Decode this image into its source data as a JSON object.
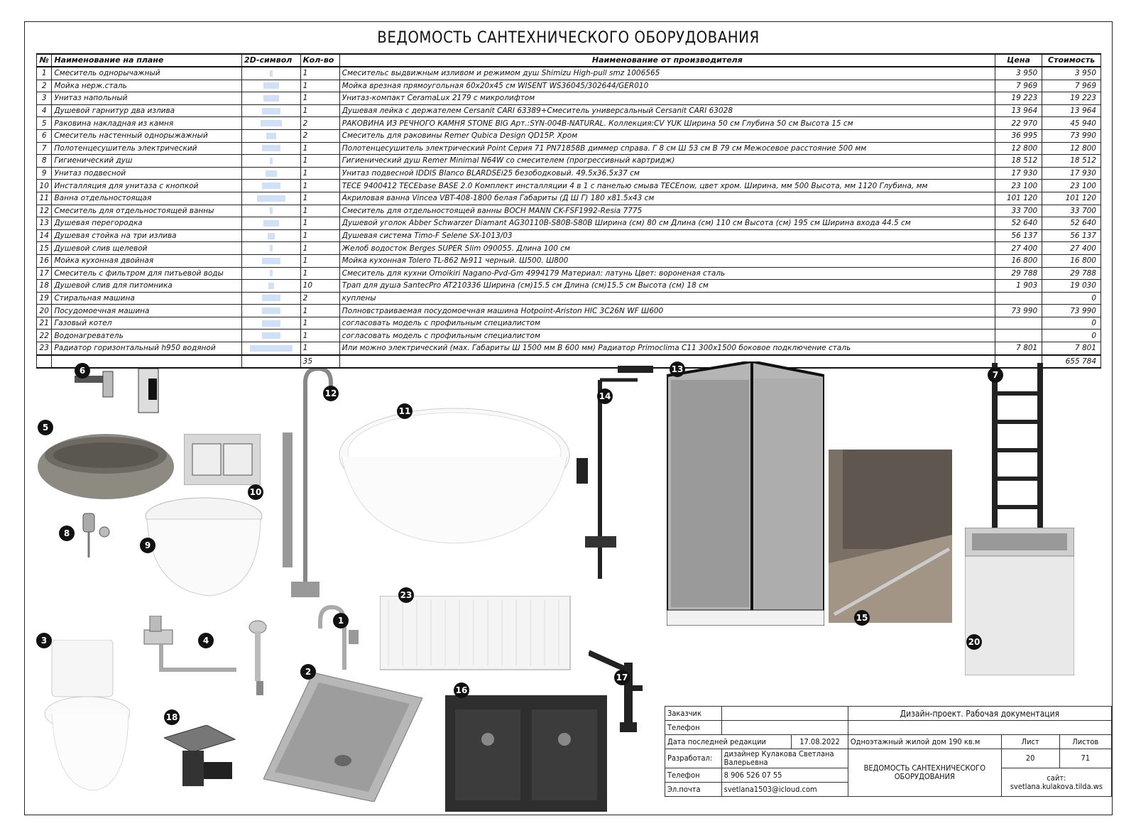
{
  "title": "ВЕДОМОСТЬ САНТЕХНИЧЕСКОГО ОБОРУДОВАНИЯ",
  "table": {
    "headers": [
      "№",
      "Наименование на плане",
      "2D-символ",
      "Кол-во",
      "Наименование от производителя",
      "Цена",
      "Стоимость"
    ],
    "rows": [
      [
        "1",
        "Смеситель однорычажный",
        "1",
        "Смесительс выдвижным изливом и режимом душ Shimizu High-pull smz 1006565",
        "3 950",
        "3 950"
      ],
      [
        "2",
        "Мойка нерж.сталь",
        "1",
        "Мойка врезная прямоугольная 60х20х45 см WISENT WS36045/302644/GER010",
        "7 969",
        "7 969"
      ],
      [
        "3",
        "Унитаз напольный",
        "1",
        "Унитаз-компакт CeramaLux 2179 с микролифтом",
        "19 223",
        "19 223"
      ],
      [
        "4",
        "Душевой гарнитур два излива",
        "1",
        "Душевая лейка с держателем Cersanit CARI 63389+Смеситель универсальный Cersanit CARI 63028",
        "13 964",
        "13 964"
      ],
      [
        "5",
        "Раковина накладная из камня",
        "2",
        "РАКОВИНА ИЗ РЕЧНОГО КАМНЯ STONE BIG Арт.:SYN-004B-NATURAL. Коллекция:CV YUK Ширина 50 см Глубина 50 см Высота 15 см",
        "22 970",
        "45 940"
      ],
      [
        "6",
        "Смеситель настенный однорыжажный",
        "2",
        "Смеситель для раковины Remer Qubica Design QD15P. Хром",
        "36 995",
        "73 990"
      ],
      [
        "7",
        "Полотенцесушитель электрический",
        "1",
        "Полотенцесушитель электрический Point Серия 71 PN71858B диммер справа. Г 8 см Ш 53 см В 79 см Межосевое расстояние  500 мм",
        "12 800",
        "12 800"
      ],
      [
        "8",
        "Гигиенический душ",
        "1",
        "Гигиенический душ Remer Minimal N64W со смесителем (прогрессивный картридж)",
        "18 512",
        "18 512"
      ],
      [
        "9",
        "Унитаз подвесной",
        "1",
        "Унитаз подвесной IDDIS Blanco BLARDSEi25 безободковый. 49.5x36.5x37 см",
        "17 930",
        "17 930"
      ],
      [
        "10",
        "Инсталляция для унитаза с кнопкой",
        "1",
        "TECE 9400412 TECEbase BASE 2.0 Комплект инсталляции 4 в 1 с панелью смыва TECEnow, цвет хром. Ширина, мм 500 Высота, мм 1120 Глубина, мм",
        "23 100",
        "23 100"
      ],
      [
        "11",
        "Ванна отдельностоящая",
        "1",
        "Акриловая ванна Vincea VBT-408-1800 белая Габариты (Д Ш Г) 180 x81.5x43 см",
        "101 120",
        "101 120"
      ],
      [
        "12",
        "Смеситель для отдельностоящей ванны",
        "1",
        "Смеситель для отдельностоящей ванны BOCH MANN CK-FSF1992-Resia 7775",
        "33 700",
        "33 700"
      ],
      [
        "13",
        "Душевая перегородка",
        "1",
        "Душевой уголок Abber Schwarzer Diamant AG30110B-S80B-S80B Ширина (см) 80 см Длина (см) 110 см Высота (см) 195 см Ширина входа 44.5 см",
        "52 640",
        "52 640"
      ],
      [
        "14",
        "Душевая стойка на три излива",
        "1",
        "Душевая система Timo-F Selene SX-1013/03",
        "56 137",
        "56 137"
      ],
      [
        "15",
        "Душевой слив щелевой",
        "1",
        "Желоб водосток Berges SUPER Slim 090055. Длина 100 см",
        "27 400",
        "27 400"
      ],
      [
        "16",
        "Мойка кухонная двойная",
        "1",
        "Мойка кухонная Tolero TL-862 №911 черный. Ш500. Ш800",
        "16 800",
        "16 800"
      ],
      [
        "17",
        "Смеситель с фильтром для питьевой воды",
        "1",
        "Смеситель для кухни Omoikiri Nagano-Pvd-Gm 4994179 Материал: латунь Цвет: вороненая сталь",
        "29 788",
        "29 788"
      ],
      [
        "18",
        "Душевой слив для питомника",
        "10",
        "Трап для душа SantecPro AT210336 Ширина (см)15.5 см Длина (см)15.5 см Высота (см) 18 см",
        "1 903",
        "19 030"
      ],
      [
        "19",
        "Стиральная машина",
        "2",
        "куплены",
        "",
        "0"
      ],
      [
        "20",
        "Посудомоечная машина",
        "1",
        " Полновстраиваемая посудомоечная машина Hotpoint-Ariston HIC 3C26N WF Ш600",
        "73 990",
        "73 990"
      ],
      [
        "21",
        "Газовый котел",
        "1",
        "согласовать модель с профильным специалистом",
        "",
        "0"
      ],
      [
        "22",
        "Водонагреватель",
        "1",
        "согласовать модель с профильным специалистом",
        "",
        "0"
      ],
      [
        "23",
        "Радиатор горизонтальный h950 водяной",
        "1",
        "Или можно электрический (мах. Габариты Ш 1500 мм В 600 мм) Радиатор Primoclima C11 300х1500 боковое подключение сталь",
        "7 801",
        "7 801"
      ]
    ],
    "total_qty": "35",
    "total_cost": "655 784"
  },
  "badges": [
    "1",
    "2",
    "3",
    "4",
    "5",
    "6",
    "7",
    "8",
    "9",
    "10",
    "11",
    "12",
    "13",
    "14",
    "15",
    "16",
    "17",
    "18",
    "20",
    "23"
  ],
  "title_block": {
    "customer_label": "Заказчик",
    "phone_label": "Телефон",
    "last_edit_label": "Дата последней редакции",
    "last_edit_date": "17.08.2022",
    "developer_label": "Разработал:",
    "developer_value": "дизайнер Кулакова Светлана Валерьевна",
    "phone2_label": "Телефон",
    "phone2_value": "8 906 526 07 55",
    "email_label": "Эл.почта",
    "email_value": "svetlana1503@icloud.com",
    "project_title": "Дизайн-проект. Рабочая документация",
    "house": "Одноэтажный жилой дом 190 кв.м",
    "sheet_label": "Лист",
    "sheets_label": "Листов",
    "sheet_value": "20",
    "sheets_value": "71",
    "drawing_name": "ВЕДОМОСТЬ САНТЕХНИЧЕСКОГО ОБОРУДОВАНИЯ",
    "site_label": "сайт:",
    "site_value": "svetlana.kulakova.tilda.ws"
  }
}
